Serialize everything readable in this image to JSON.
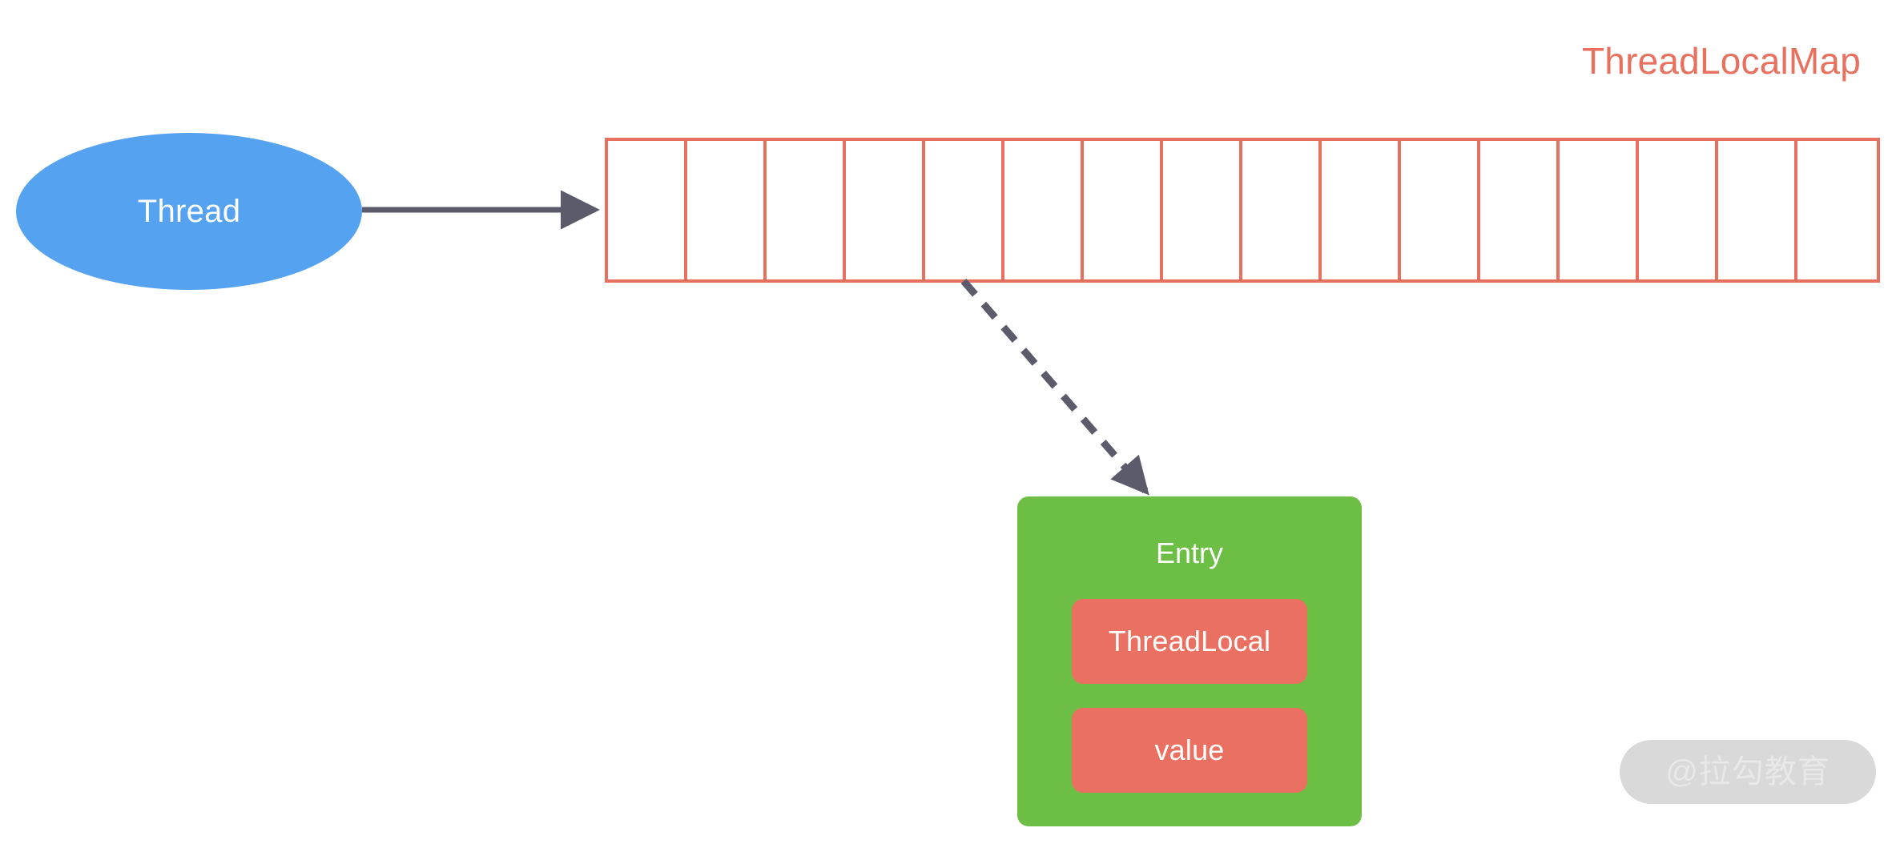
{
  "diagram": {
    "title": "ThreadLocalMap",
    "title_color": "#e8705f",
    "background_color": "#ffffff"
  },
  "thread_node": {
    "label": "Thread",
    "shape": "ellipse",
    "fill_color": "#55a3f0",
    "text_color": "#ffffff"
  },
  "hash_table": {
    "name": "ThreadLocalMap table",
    "cell_count": 16,
    "border_color": "#e8705f",
    "cell_fill": "#ffffff",
    "cells": [
      {
        "index": 0,
        "value": ""
      },
      {
        "index": 1,
        "value": ""
      },
      {
        "index": 2,
        "value": ""
      },
      {
        "index": 3,
        "value": ""
      },
      {
        "index": 4,
        "value": ""
      },
      {
        "index": 5,
        "value": ""
      },
      {
        "index": 6,
        "value": ""
      },
      {
        "index": 7,
        "value": ""
      },
      {
        "index": 8,
        "value": ""
      },
      {
        "index": 9,
        "value": ""
      },
      {
        "index": 10,
        "value": ""
      },
      {
        "index": 11,
        "value": ""
      },
      {
        "index": 12,
        "value": ""
      },
      {
        "index": 13,
        "value": ""
      },
      {
        "index": 14,
        "value": ""
      },
      {
        "index": 15,
        "value": ""
      }
    ]
  },
  "entry_node": {
    "title": "Entry",
    "fill_color": "#6cbe45",
    "text_color": "#ffffff",
    "fields": [
      {
        "label": "ThreadLocal",
        "fill_color": "#ea7162"
      },
      {
        "label": "value",
        "fill_color": "#ea7162"
      }
    ]
  },
  "connectors": [
    {
      "name": "thread-to-table",
      "style": "solid",
      "color": "#5b5b6b",
      "from": "Thread",
      "to": "ThreadLocalMap table"
    },
    {
      "name": "table-to-entry",
      "style": "dashed",
      "color": "#5b5b6b",
      "from": "ThreadLocalMap table cell 5",
      "to": "Entry"
    }
  ],
  "watermark": {
    "text": "@拉勾教育",
    "pill_color": "#d9d9d9",
    "text_color": "#e8e8e8"
  }
}
